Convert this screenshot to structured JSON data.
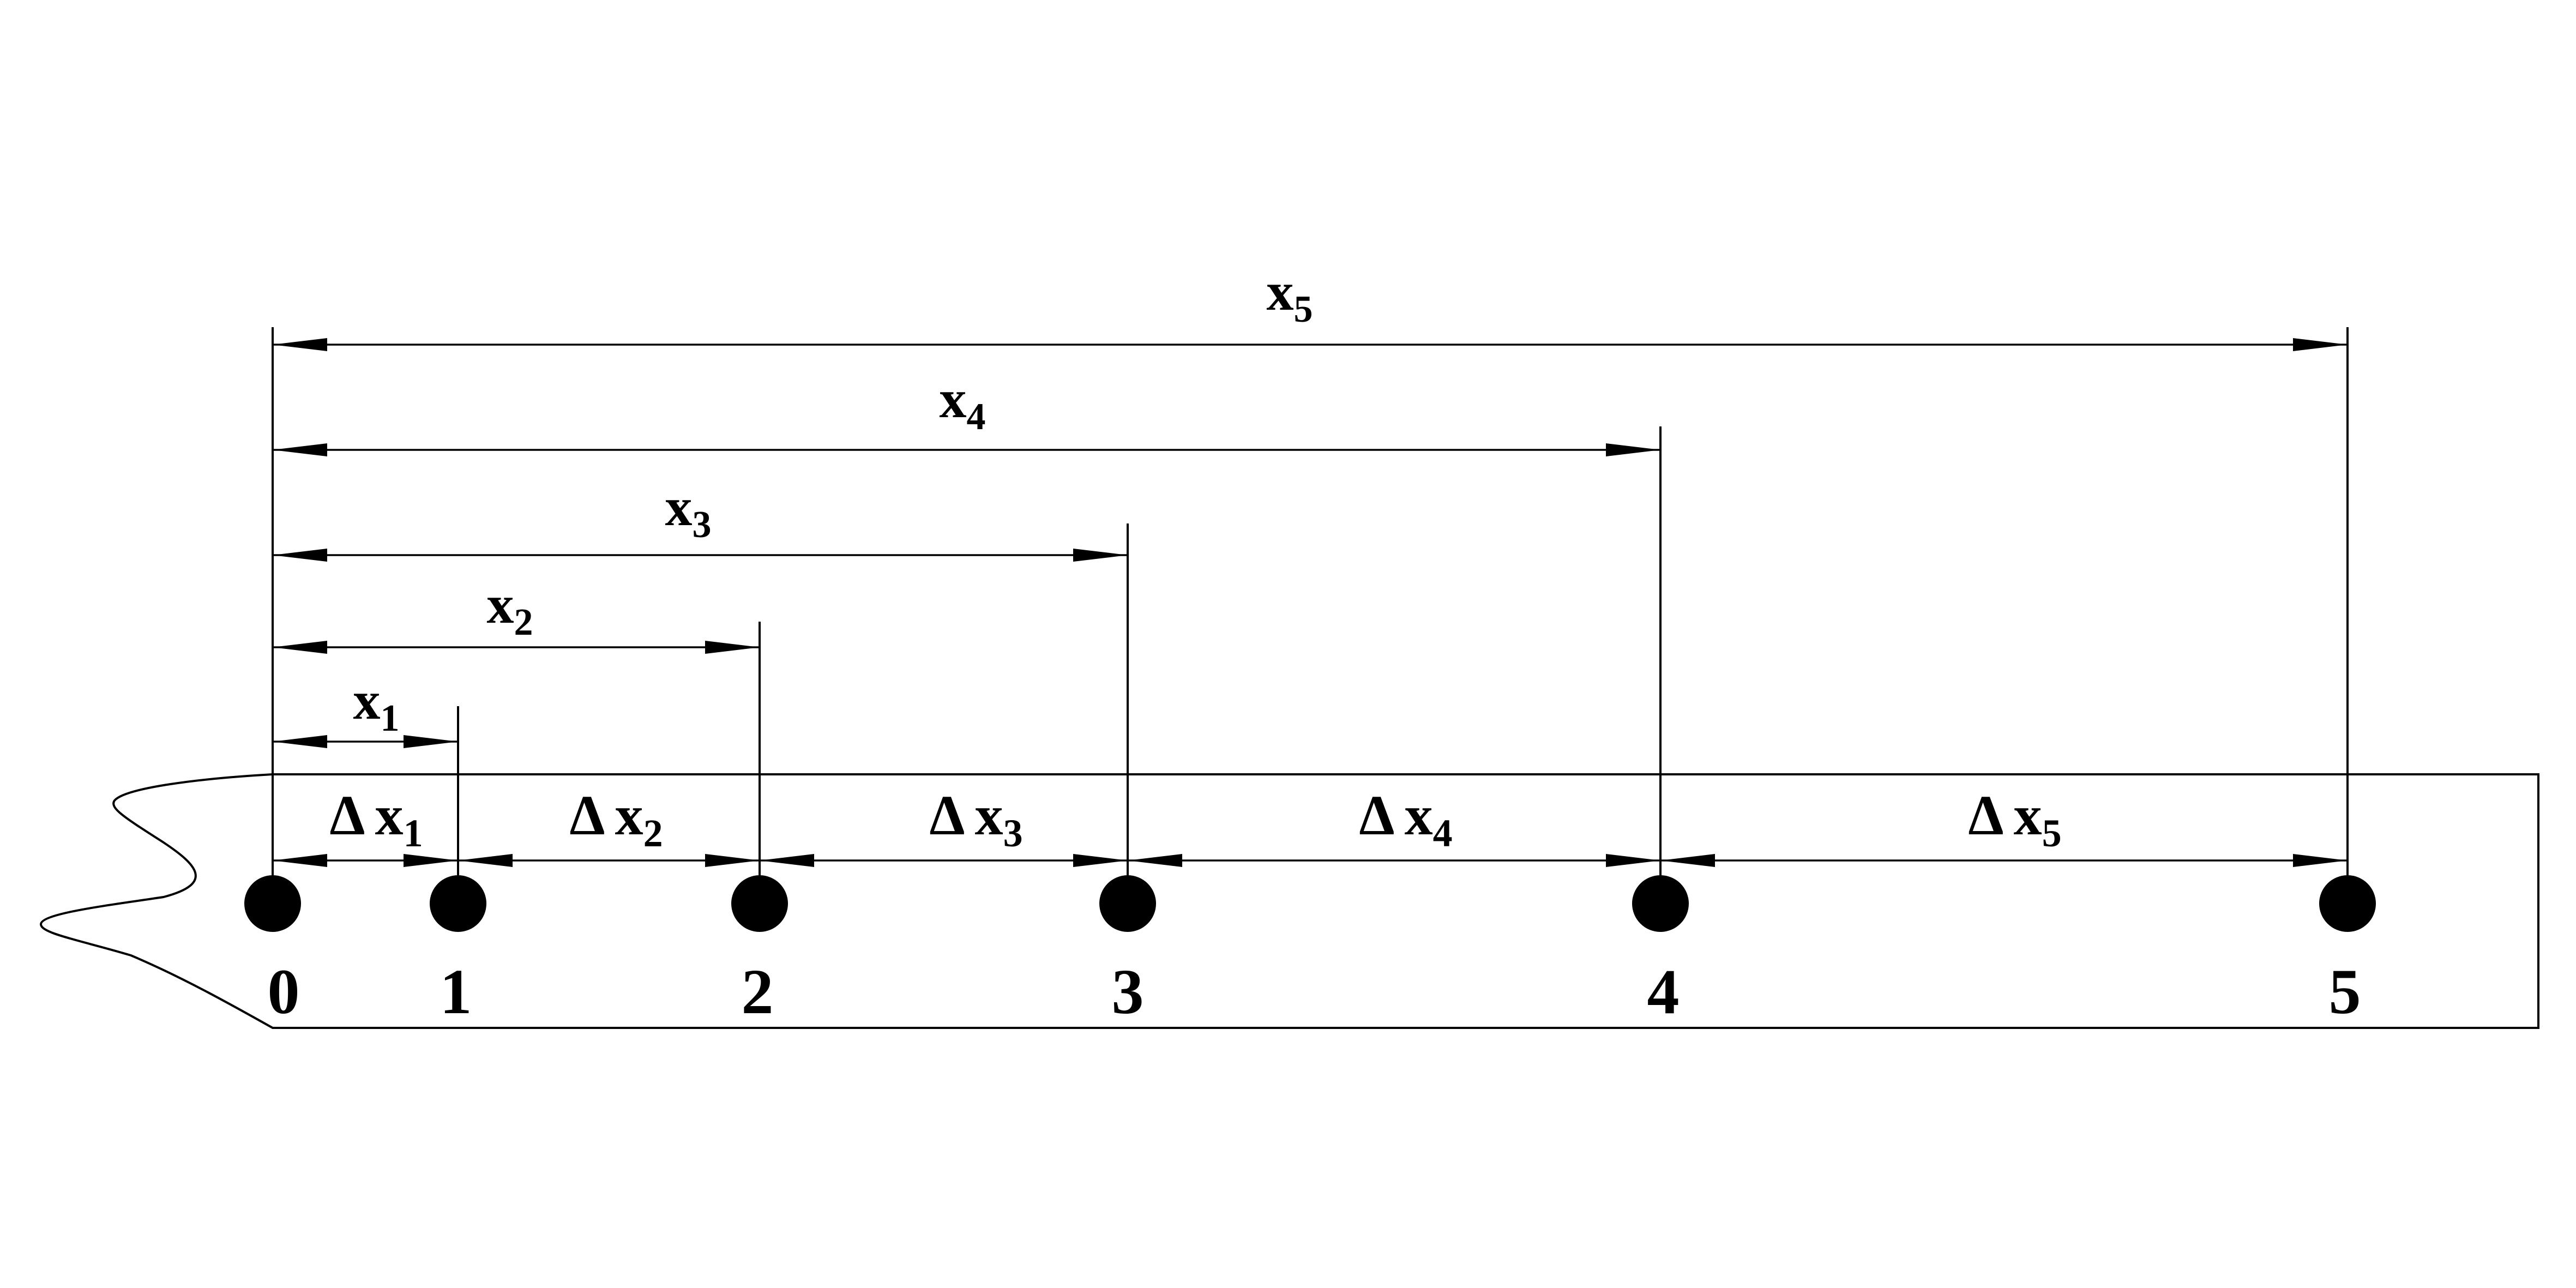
{
  "diagram": {
    "points": [
      {
        "label": "0"
      },
      {
        "label": "1"
      },
      {
        "label": "2"
      },
      {
        "label": "3"
      },
      {
        "label": "4"
      },
      {
        "label": "5"
      }
    ],
    "cumulative_distances": [
      {
        "symbol": "x",
        "sub": "1"
      },
      {
        "symbol": "x",
        "sub": "2"
      },
      {
        "symbol": "x",
        "sub": "3"
      },
      {
        "symbol": "x",
        "sub": "4"
      },
      {
        "symbol": "x",
        "sub": "5"
      }
    ],
    "interval_distances": [
      {
        "delta": "Δ",
        "symbol": "x",
        "sub": "1"
      },
      {
        "delta": "Δ",
        "symbol": "x",
        "sub": "2"
      },
      {
        "delta": "Δ",
        "symbol": "x",
        "sub": "3"
      },
      {
        "delta": "Δ",
        "symbol": "x",
        "sub": "4"
      },
      {
        "delta": "Δ",
        "symbol": "x",
        "sub": "5"
      }
    ]
  }
}
